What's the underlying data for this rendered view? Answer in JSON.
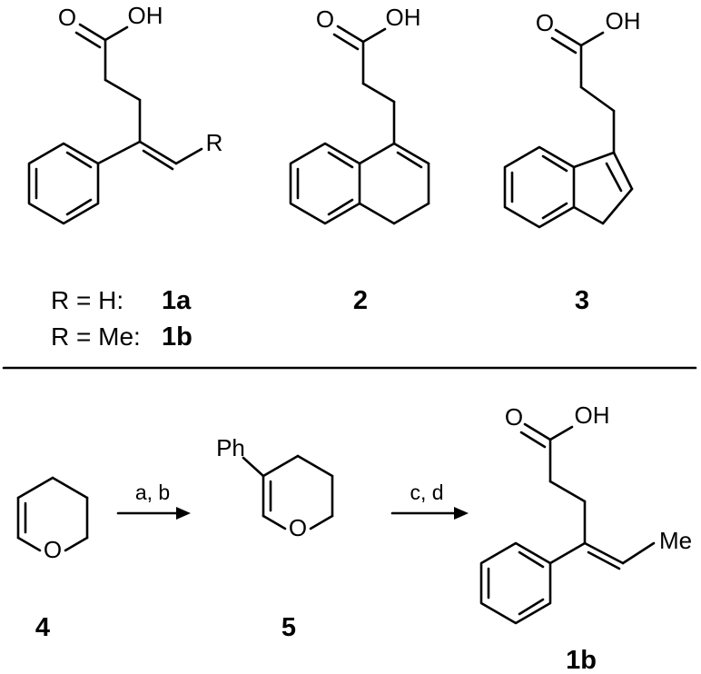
{
  "compounds": {
    "c1": {
      "atoms": {
        "oh": "OH",
        "o": "O",
        "r": "R"
      }
    },
    "c1_legend": {
      "line1_prefix": "R = H:",
      "line1_label": "1a",
      "line2_prefix": "R = Me:",
      "line2_label": "1b"
    },
    "c2": {
      "atoms": {
        "oh": "OH",
        "o": "O"
      },
      "label": "2"
    },
    "c3": {
      "atoms": {
        "oh": "OH",
        "o": "O"
      },
      "label": "3"
    },
    "c4": {
      "atoms": {
        "o": "O"
      },
      "label": "4"
    },
    "c5": {
      "atoms": {
        "ph": "Ph",
        "o": "O"
      },
      "label": "5"
    },
    "c1b": {
      "atoms": {
        "oh": "OH",
        "o": "O",
        "me": "Me"
      },
      "label": "1b"
    }
  },
  "arrows": [
    {
      "reagents": "a, b"
    },
    {
      "reagents": "c, d"
    }
  ]
}
